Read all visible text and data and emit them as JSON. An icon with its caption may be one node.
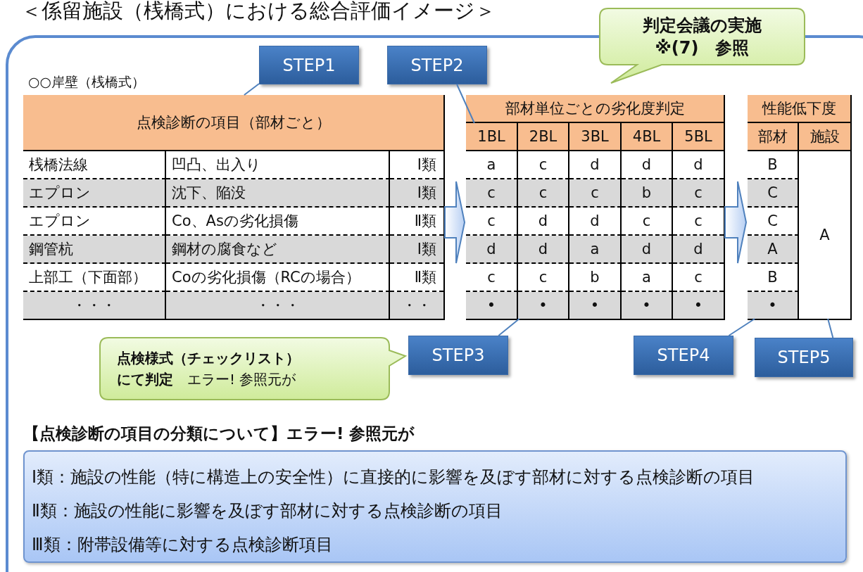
{
  "diagram": {
    "title": "＜係留施設（桟橋式）における総合評価イメージ＞",
    "nodes": [
      {
        "text": [
          "STEP1"
        ]
      },
      {
        "text": [
          "STEP2"
        ]
      },
      {
        "text": [
          "判定会議の実施 ※(7)　参照"
        ]
      },
      {
        "text": [],
        "shape": "box"
      },
      {
        "text": [
          "点検診断の項目（部材ごと）"
        ],
        "in": 3
      },
      {
        "text": [],
        "shape": "box"
      },
      {
        "text": [
          "1BL"
        ],
        "in": 5
      },
      {
        "text": [
          "•"
        ],
        "in": 5
      },
      {
        "text": [],
        "shape": "box"
      },
      {
        "text": [
          "•"
        ],
        "in": 8
      },
      {
        "text": [
          "A"
        ],
        "in": 8
      },
      {
        "text": [
          "**点検様式（チェックリスト）にて判定**　エラー! 参照元が"
        ]
      },
      {
        "text": [
          "STEP3"
        ]
      },
      {
        "text": [
          "STEP4"
        ]
      },
      {
        "text": [
          "STEP5"
        ]
      },
      {
        "text": [
          "Ⅰ類：施設の性能（特に構造上の安全性）に直接的に影響を及ぼす部材に対する点検診断の項目",
          "Ⅱ類：施設の性能に影響を及ぼす部材に対する点検診断の項目",
          "Ⅲ類：附帯設備等に対する点検診断項目"
        ]
      },
      {
        "text": [
          "2BL"
        ],
        "in": 5
      },
      {
        "text": [
          "3BL"
        ],
        "in": 5
      },
      {
        "text": [
          "4BL"
        ],
        "in": 5
      },
      {
        "text": [
          "5BL"
        ],
        "in": 5
      },
      {
        "text": [
          "部材"
        ],
        "in": 8
      },
      {
        "text": [
          "施設"
        ],
        "in": 8
      }
    ],
    "edges": [
      {
        "from": 0,
        "to": 4,
        "arrow": "none"
      },
      {
        "from": 1,
        "to": 6,
        "arrow": "none"
      },
      {
        "from": 3,
        "to": 5,
        "arrow": "to",
        "style": "thick"
      },
      {
        "from": 5,
        "to": 8,
        "arrow": "to",
        "style": "thick"
      },
      {
        "from": 12,
        "to": 7,
        "arrow": "none"
      },
      {
        "from": 13,
        "to": 9,
        "arrow": "none"
      },
      {
        "from": 14,
        "to": 10,
        "arrow": "none"
      }
    ],
    "labels": [
      "○○岸壁（桟橋式）",
      "桟橋法線",
      "凹凸、出入り",
      "Ⅰ類",
      "エプロン",
      "沈下、陥没",
      "Ⅰ類",
      "エプロン",
      "Co、Asの劣化損傷",
      "Ⅱ類",
      "鋼管杭",
      "鋼材の腐食など",
      "Ⅰ類",
      "上部工（下面部）",
      "Coの劣化損傷（RCの場合）",
      "Ⅱ類",
      "・・・",
      "・・・",
      "・・",
      "部材単位ごとの劣化度判定",
      "a",
      "c",
      "d",
      "d",
      "d",
      "c",
      "c",
      "c",
      "b",
      "c",
      "c",
      "d",
      "d",
      "c",
      "c",
      "d",
      "d",
      "a",
      "d",
      "d",
      "c",
      "c",
      "b",
      "a",
      "c",
      "•",
      "•",
      "•",
      "•",
      "性能低下度",
      "B",
      "C",
      "C",
      "A",
      "B",
      "【点検診断の項目の分類について】エラー! 参照元が"
    ]
  }
}
